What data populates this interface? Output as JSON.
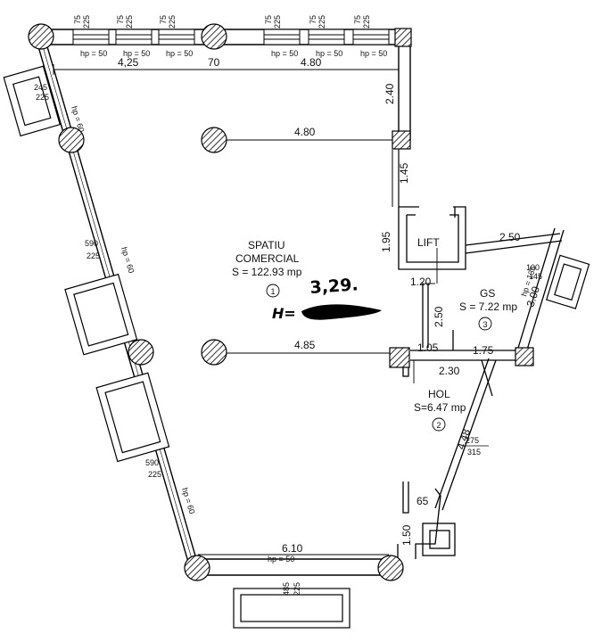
{
  "rooms": {
    "commercial": {
      "name_line1": "SPATIU",
      "name_line2": "COMERCIAL",
      "area": "S = 122.93 mp",
      "number": "1"
    },
    "lift": {
      "name": "LIFT"
    },
    "gs": {
      "name": "GS",
      "area": "S = 7.22 mp",
      "number": "3"
    },
    "hol": {
      "name": "HOL",
      "area": "S=6.47 mp",
      "number": "2"
    }
  },
  "dimensions": {
    "top_left": "4,25",
    "top_mid": "70",
    "top_right": "4.80",
    "right_upper": "2.40",
    "row1": "4.80",
    "right_mid": "1.45",
    "lift_height": "1.95",
    "gs_top": "2.50",
    "lift_bottom": "1.20",
    "gs_side": "3.00",
    "hall_vertical": "2.50",
    "row2": "4.85",
    "hall_a": "1.05",
    "hall_b": "1.75",
    "hall_c": "2.30",
    "diagonal": "4.48",
    "entry_small": "65",
    "entry_side": "1.50",
    "bottom": "6.10"
  },
  "windows": {
    "top_sill": "75",
    "top_height": "225",
    "top_hp": "hp = 50",
    "left_top_w": "245",
    "left_top_h": "225",
    "left_top_hp": "hp = 60",
    "left_mid_w": "590",
    "left_mid_h": "225",
    "left_mid_hp": "hp = 60",
    "left_low_w": "590",
    "left_low_h": "225",
    "left_low_hp": "hp = 60",
    "gs_w": "100",
    "gs_h": "145",
    "gs_hp": "hp = 135",
    "door_w": "275",
    "door_h": "315",
    "bottom_hp": "hp = 50",
    "bottom_w": "485",
    "bottom_h": "225"
  },
  "annotations": {
    "handwritten_height": "3,29.",
    "handwritten_prefix": "H="
  }
}
